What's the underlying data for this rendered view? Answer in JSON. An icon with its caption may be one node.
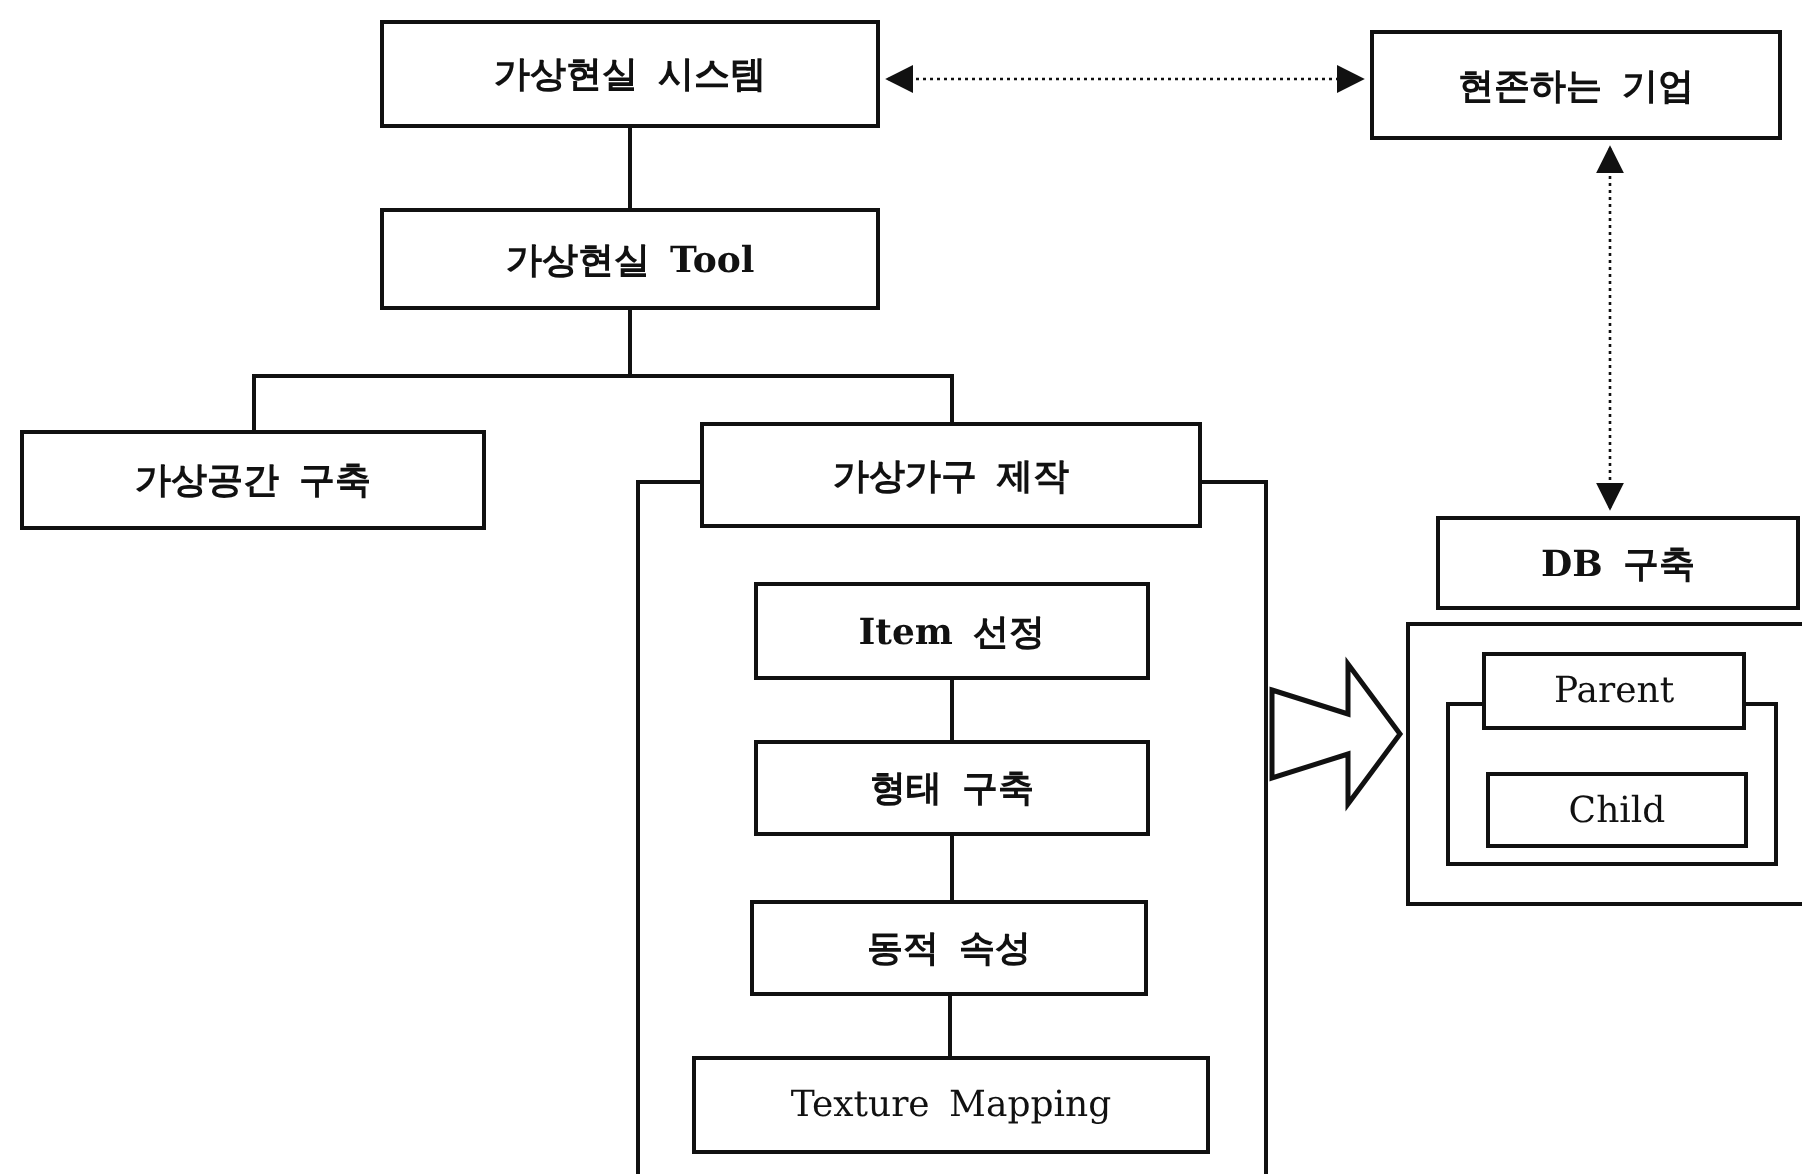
{
  "diagram": {
    "nodes": [
      {
        "text": [
          "가상현실 시스템"
        ]
      },
      {
        "text": [
          "현존하는 기업"
        ]
      },
      {
        "text": [
          "가상현실 Tool"
        ]
      },
      {
        "text": [
          "가상공간 구축"
        ]
      },
      {
        "text": [],
        "shape": "box"
      },
      {
        "text": [
          "가상가구 제작"
        ]
      },
      {
        "text": [
          "Item 선정"
        ],
        "in": 4
      },
      {
        "text": [
          "형태 구축"
        ],
        "in": 4
      },
      {
        "text": [
          "동적 속성"
        ],
        "in": 4
      },
      {
        "text": [
          "Texture Mapping"
        ],
        "in": 4
      },
      {
        "text": [
          "DB 구축"
        ]
      },
      {
        "text": [],
        "shape": "box"
      },
      {
        "text": [],
        "shape": "box",
        "in": 11
      },
      {
        "text": [
          "Parent"
        ],
        "in": 11
      },
      {
        "text": [
          "Child"
        ],
        "in": 12
      }
    ],
    "edges": [
      {
        "from": 0,
        "to": 1,
        "arrow": "both",
        "style": "dashed"
      },
      {
        "from": 1,
        "to": 10,
        "arrow": "both",
        "style": "dashed"
      },
      {
        "from": 0,
        "to": 2,
        "arrow": "none"
      },
      {
        "from": 2,
        "to": 3,
        "arrow": "none"
      },
      {
        "from": 2,
        "to": 5,
        "arrow": "none"
      },
      {
        "from": 6,
        "to": 7,
        "arrow": "none"
      },
      {
        "from": 7,
        "to": 8,
        "arrow": "none"
      },
      {
        "from": 8,
        "to": 9,
        "arrow": "none"
      },
      {
        "from": 4,
        "to": 11,
        "arrow": "to",
        "style": "thick"
      }
    ]
  }
}
